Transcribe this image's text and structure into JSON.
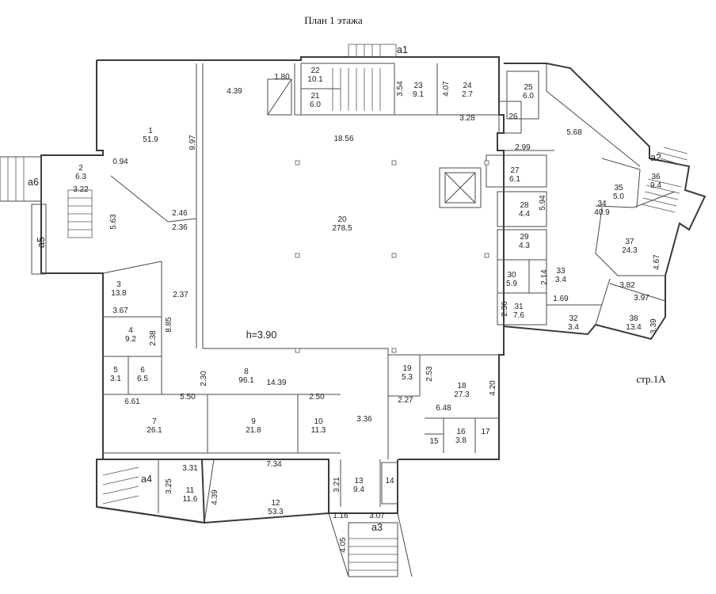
{
  "title": "План 1 этажа",
  "sheet_label": "стр.1А",
  "height_label": "h=3.90",
  "entrances": [
    "a1",
    "a2",
    "a3",
    "a4",
    "a5",
    "a6"
  ],
  "rooms": [
    {
      "num": "1",
      "area": "51.9"
    },
    {
      "num": "2",
      "area": "6.3"
    },
    {
      "num": "3",
      "area": "13.8"
    },
    {
      "num": "4",
      "area": "9.2"
    },
    {
      "num": "5",
      "area": "3.1"
    },
    {
      "num": "6",
      "area": "6.5"
    },
    {
      "num": "7",
      "area": "26.1"
    },
    {
      "num": "8",
      "area": "96.1"
    },
    {
      "num": "9",
      "area": "21.8"
    },
    {
      "num": "10",
      "area": "11.3"
    },
    {
      "num": "11",
      "area": "11.6"
    },
    {
      "num": "12",
      "area": "53.3"
    },
    {
      "num": "13",
      "area": "9.4"
    },
    {
      "num": "14",
      "area": ""
    },
    {
      "num": "15",
      "area": ""
    },
    {
      "num": "16",
      "area": "3.8"
    },
    {
      "num": "17",
      "area": ""
    },
    {
      "num": "18",
      "area": "27.3"
    },
    {
      "num": "19",
      "area": "5.3"
    },
    {
      "num": "20",
      "area": "278.5"
    },
    {
      "num": "21",
      "area": "6.0"
    },
    {
      "num": "22",
      "area": "10.1"
    },
    {
      "num": "23",
      "area": "9.1"
    },
    {
      "num": "24",
      "area": "2.7"
    },
    {
      "num": "25",
      "area": "6.0"
    },
    {
      "num": "26",
      "area": ""
    },
    {
      "num": "27",
      "area": "6.1"
    },
    {
      "num": "28",
      "area": "4.4"
    },
    {
      "num": "29",
      "area": "4.3"
    },
    {
      "num": "30",
      "area": "5.9"
    },
    {
      "num": "31",
      "area": "7.6"
    },
    {
      "num": "32",
      "area": "3.4"
    },
    {
      "num": "33",
      "area": "3.4"
    },
    {
      "num": "34",
      "area": "40.9"
    },
    {
      "num": "35",
      "area": "5.0"
    },
    {
      "num": "36",
      "area": "9.4"
    },
    {
      "num": "37",
      "area": "24.3"
    },
    {
      "num": "38",
      "area": "13.4"
    }
  ],
  "dimensions": [
    "1.80",
    "4.39",
    "3.54",
    "4.07",
    "3.28",
    "18.56",
    "9.97",
    "0.94",
    "3.22",
    "2.46",
    "2.36",
    "5.63",
    "2.37",
    "3.67",
    "8.85",
    "2.38",
    "2.30",
    "14.39",
    "5.50",
    "2.50",
    "6.61",
    "3.36",
    "2.27",
    "2.53",
    "6.48",
    "4.20",
    "3.31",
    "7.34",
    "3.25",
    "4.39",
    "3.21",
    "1.16",
    "3.07",
    "4.05",
    "2.99",
    "5.68",
    "5.94",
    "2.14",
    "2.36",
    "1.69",
    "4.67",
    "3.82",
    "3.97",
    "3.39"
  ]
}
